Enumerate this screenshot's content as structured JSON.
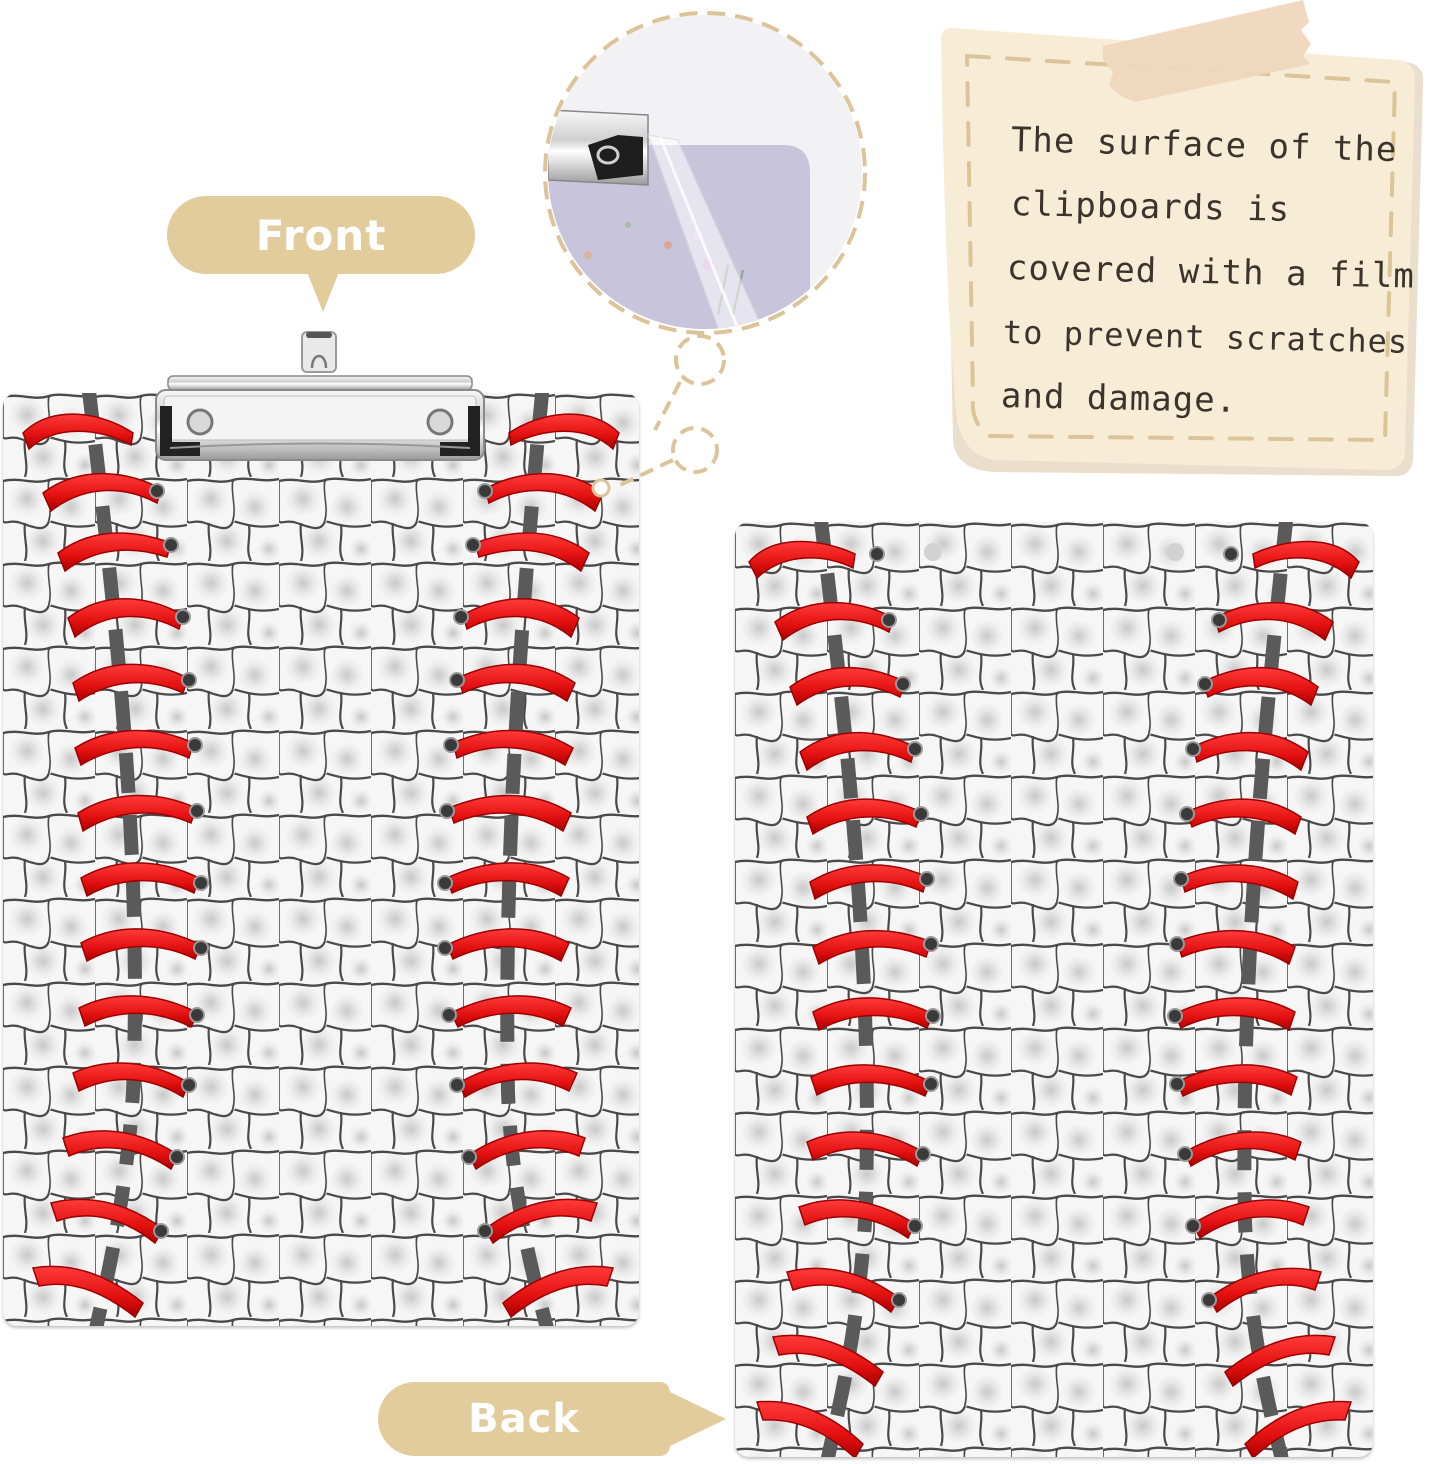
{
  "labels": {
    "front": "Front",
    "back": "Back"
  },
  "note": {
    "lines": [
      "The surface of the",
      "clipboards is",
      "covered with a film",
      "to prevent scratches",
      "and damage."
    ]
  },
  "colors": {
    "label_bg": "#e2cc9c",
    "label_text": "#ffffff",
    "note_paper": "#f7ecd6",
    "note_dash": "#dcc49a",
    "tape": "#efd7bd",
    "stitch_red": "#e31010",
    "seam_gray": "#5a5a5a",
    "leather_line": "#4a4a4a",
    "clip_silver": "#d8d8d8"
  },
  "products": {
    "front_board": {
      "side": "front",
      "design": "baseball-stitch"
    },
    "back_board": {
      "side": "back",
      "design": "baseball-stitch"
    }
  },
  "detail_inset": {
    "subject": "protective-film-peeling"
  }
}
